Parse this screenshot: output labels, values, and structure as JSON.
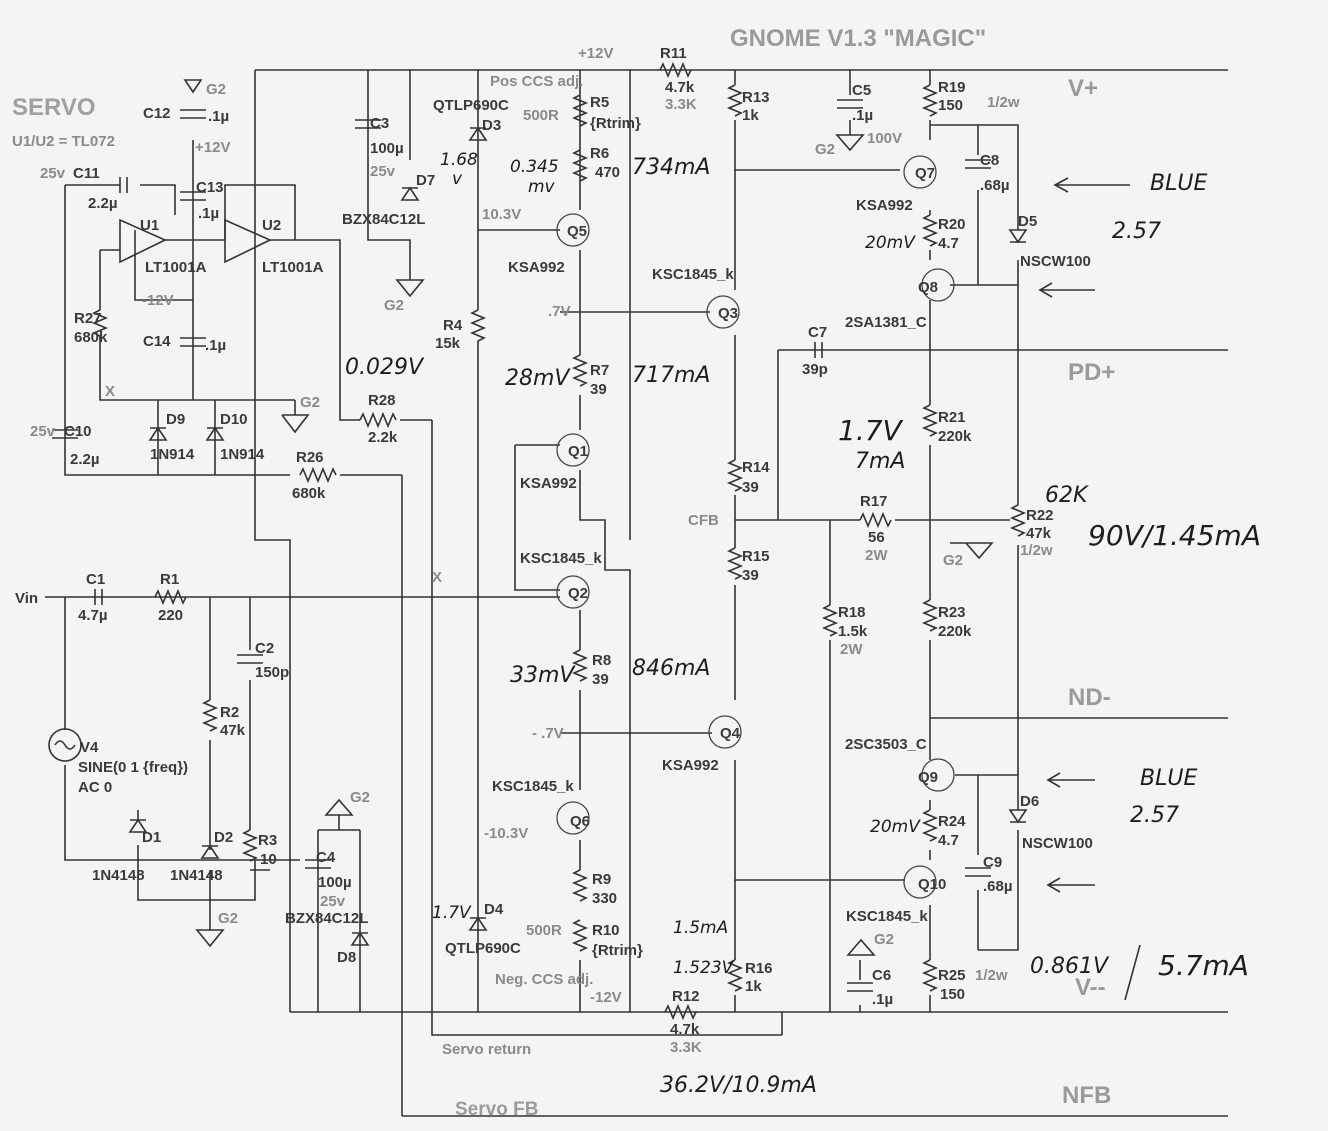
{
  "title": "GNOME V1.3 \"MAGIC\"",
  "servo": {
    "title": "SERVO",
    "note": "U1/U2 = TL072"
  },
  "rails": {
    "vplus": "V+",
    "pdplus": "PD+",
    "ndminus": "ND-",
    "vminus": "V--",
    "nfb": "NFB",
    "cfb": "CFB"
  },
  "nets": {
    "p12": "+12V",
    "n12": "-12V",
    "g2": "G2",
    "x": "X",
    "vin": "Vin",
    "servo_return": "Servo return",
    "servo_fb": "Servo FB",
    "p10": "10.3V",
    "n10": "-10.3V",
    "p07": ".7V",
    "n07": "- .7V",
    "v25": "25v",
    "v100": "100V"
  },
  "components": {
    "u1": "U1",
    "u1m": "LT1001A",
    "u2": "U2",
    "u2m": "LT1001A",
    "c11": "C11",
    "c11v": "2.2µ",
    "c13": "C13",
    "c13v": ".1µ",
    "c12": "C12",
    "c12v": ".1µ",
    "c14": "C14",
    "c14v": ".1µ",
    "c10": "C10",
    "c10v": "2.2µ",
    "r27": "R27",
    "r27v": "680k",
    "d9": "D9",
    "d9m": "1N914",
    "d10": "D10",
    "d10m": "1N914",
    "r28": "R28",
    "r28v": "2.2k",
    "r26": "R26",
    "r26v": "680k",
    "c3": "C3",
    "c3v": "100µ",
    "d7": "D7",
    "d7m": "BZX84C12L",
    "d3m": "QTLP690C",
    "d3": "D3",
    "r4": "R4",
    "r4v": "15k",
    "pos_ccs": "Pos CCS adj.",
    "r5": "R5",
    "r5v": "{Rtrim}",
    "r500a": "500R",
    "r6": "R6",
    "r6v": "470",
    "q5": "Q5",
    "q5m": "KSA992",
    "r11": "R11",
    "r11v": "4.7k",
    "r11b": "3.3K",
    "r13": "R13",
    "r13v": "1k",
    "q3m": "KSC1845_k",
    "q3": "Q3",
    "r7": "R7",
    "r7v": "39",
    "q1": "Q1",
    "q1m": "KSA992",
    "r14": "R14",
    "r14v": "39",
    "q2m": "KSC1845_k",
    "q2": "Q2",
    "r15": "R15",
    "r15v": "39",
    "r8": "R8",
    "r8v": "39",
    "q4": "Q4",
    "q4m": "KSA992",
    "q6m": "KSC1845_k",
    "q6": "Q6",
    "r9": "R9",
    "r9v": "330",
    "r10": "R10",
    "r10v": "{Rtrim}",
    "r500b": "500R",
    "neg_ccs": "Neg. CCS adj.",
    "d4": "D4",
    "d4m": "QTLP690C",
    "r12": "R12",
    "r12v": "4.7k",
    "r12b": "3.3K",
    "r16": "R16",
    "r16v": "1k",
    "c5": "C5",
    "c5v": ".1µ",
    "r19": "R19",
    "r19v": "150",
    "r19p": "1/2w",
    "q7": "Q7",
    "q7m": "KSA992",
    "c8": "C8",
    "c8v": ".68µ",
    "r20": "R20",
    "r20v": "4.7",
    "d5": "D5",
    "d5m": "NSCW100",
    "q8": "Q8",
    "q8m": "2SA1381_C",
    "c7": "C7",
    "c7v": "39p",
    "r21": "R21",
    "r21v": "220k",
    "r17": "R17",
    "r17v": "56",
    "r17p": "2W",
    "r22": "R22",
    "r22v": "47k",
    "r22p": "1/2w",
    "r18": "R18",
    "r18v": "1.5k",
    "r18p": "2W",
    "r23": "R23",
    "r23v": "220k",
    "q9m": "2SC3503_C",
    "q9": "Q9",
    "r24": "R24",
    "r24v": "4.7",
    "d6": "D6",
    "d6m": "NSCW100",
    "c9": "C9",
    "c9v": ".68µ",
    "q10": "Q10",
    "q10m": "KSC1845_k",
    "c6": "C6",
    "c6v": ".1µ",
    "r25": "R25",
    "r25p": "1/2w",
    "r25v": "150",
    "c1": "C1",
    "c1v": "4.7µ",
    "r1": "R1",
    "r1v": "220",
    "c2": "C2",
    "c2v": "150p",
    "r2": "R2",
    "r2v": "47k",
    "v4": "V4",
    "v4m": "SINE(0 1 {freq})",
    "v4a": "AC 0",
    "d1": "D1",
    "d1m": "1N4148",
    "d2": "D2",
    "d2m": "1N4148",
    "r3": "R3",
    "r3v": "10",
    "c4": "C4",
    "c4v": "100µ",
    "d8": "D8",
    "d8m": "BZX84C12L"
  },
  "handwritten": {
    "h1": "1.68",
    "h1b": "v",
    "h2": "0.345",
    "h2b": "mv",
    "h3": "734mA",
    "h4": "0.029V",
    "h5": "28mV",
    "h6": "717mA",
    "h7": "33mV",
    "h8": "846mA",
    "h9": "1.7V",
    "h10": "1.5mA",
    "h11": "1.523V",
    "h12": "36.2V/10.9mA",
    "h13": "BLUE",
    "h14": "2.57",
    "h15": "20mV",
    "h16": "1.7V",
    "h17": "7mA",
    "h18": "62K",
    "h19": "90V/1.45mA",
    "h20": "BLUE",
    "h21": "2.57",
    "h22": "20mV",
    "h23": "0.861V",
    "h24": "5.7mA"
  }
}
